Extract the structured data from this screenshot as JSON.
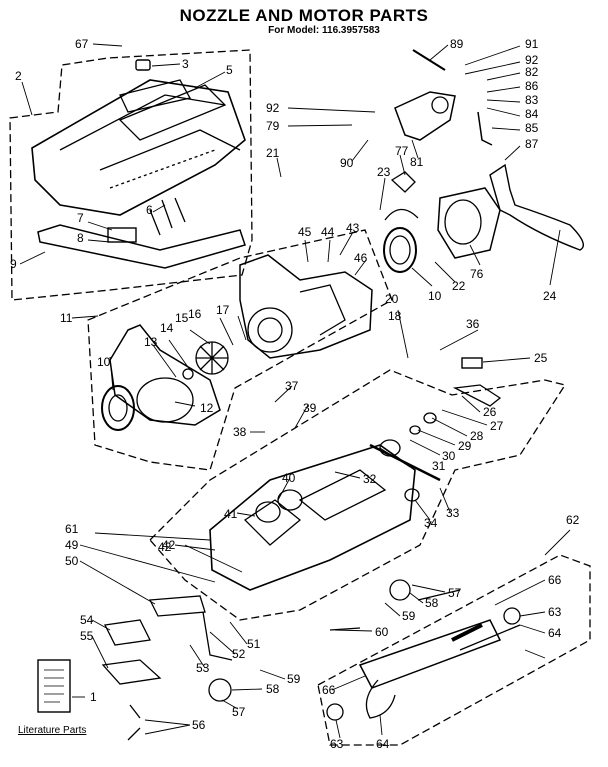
{
  "header": {
    "title": "NOZZLE AND MOTOR PARTS",
    "model": "For Model: 116.3957583"
  },
  "callouts": [
    "67",
    "2",
    "3",
    "5",
    "7",
    "6",
    "8",
    "9",
    "11",
    "21",
    "92",
    "79",
    "90",
    "77",
    "81",
    "89",
    "91",
    "92",
    "82",
    "86",
    "83",
    "84",
    "85",
    "87",
    "23",
    "22",
    "76",
    "10",
    "24",
    "45",
    "44",
    "43",
    "46",
    "20",
    "18",
    "36",
    "25",
    "10",
    "13",
    "14",
    "15",
    "16",
    "17",
    "12",
    "37",
    "39",
    "38",
    "26",
    "27",
    "28",
    "29",
    "30",
    "31",
    "32",
    "40",
    "41",
    "42",
    "33",
    "34",
    "61",
    "49",
    "50",
    "42",
    "62",
    "57",
    "58",
    "59",
    "66",
    "63",
    "64",
    "60",
    "54",
    "55",
    "1",
    "51",
    "52",
    "53",
    "59",
    "58",
    "57",
    "56",
    "66",
    "64",
    "63"
  ],
  "footer": {
    "literature": "Literature Parts"
  }
}
